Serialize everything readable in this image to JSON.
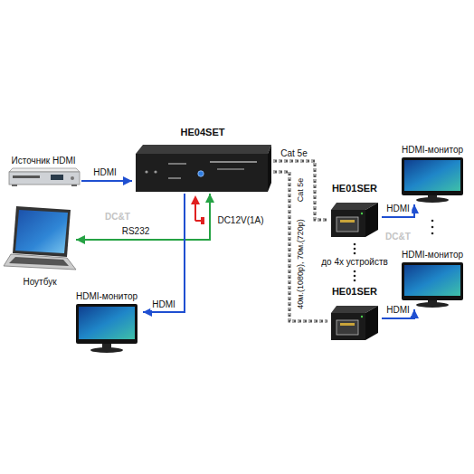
{
  "diagram": {
    "nodes": [
      {
        "text": [
          "Источник HDMI"
        ]
      },
      {
        "text": [
          "HE04SET"
        ]
      },
      {
        "text": [
          "Ноутбук"
        ]
      },
      {
        "text": [
          "HDMI-монитор"
        ]
      },
      {
        "text": [
          "HE01SER"
        ]
      },
      {
        "text": [
          "HDMI-монитор"
        ]
      },
      {
        "text": [
          "HE01SER"
        ]
      },
      {
        "text": [
          "HDMI-монитор"
        ]
      }
    ],
    "edges": [
      {
        "from": 0,
        "to": 1,
        "arrow": "to",
        "label": "HDMI"
      },
      {
        "from": 1,
        "to": 2,
        "arrow": "both",
        "label": "RS232"
      },
      {
        "from": 1,
        "to": 3,
        "arrow": "to",
        "label": "HDMI"
      },
      {
        "from": 1,
        "to": 4,
        "arrow": "none",
        "label": "Cat 5e"
      },
      {
        "from": 1,
        "to": 6,
        "arrow": "none",
        "label": "Cat 5e"
      },
      {
        "from": 4,
        "to": 5,
        "arrow": "to",
        "label": "HDMI"
      },
      {
        "from": 6,
        "to": 7,
        "arrow": "to",
        "label": "HDMI"
      }
    ],
    "labels": [
      "DC12V(1A)",
      "40м.(1080p), 70м.(720p)",
      "до 4х устройств",
      "DC&T",
      "DC&T"
    ]
  }
}
